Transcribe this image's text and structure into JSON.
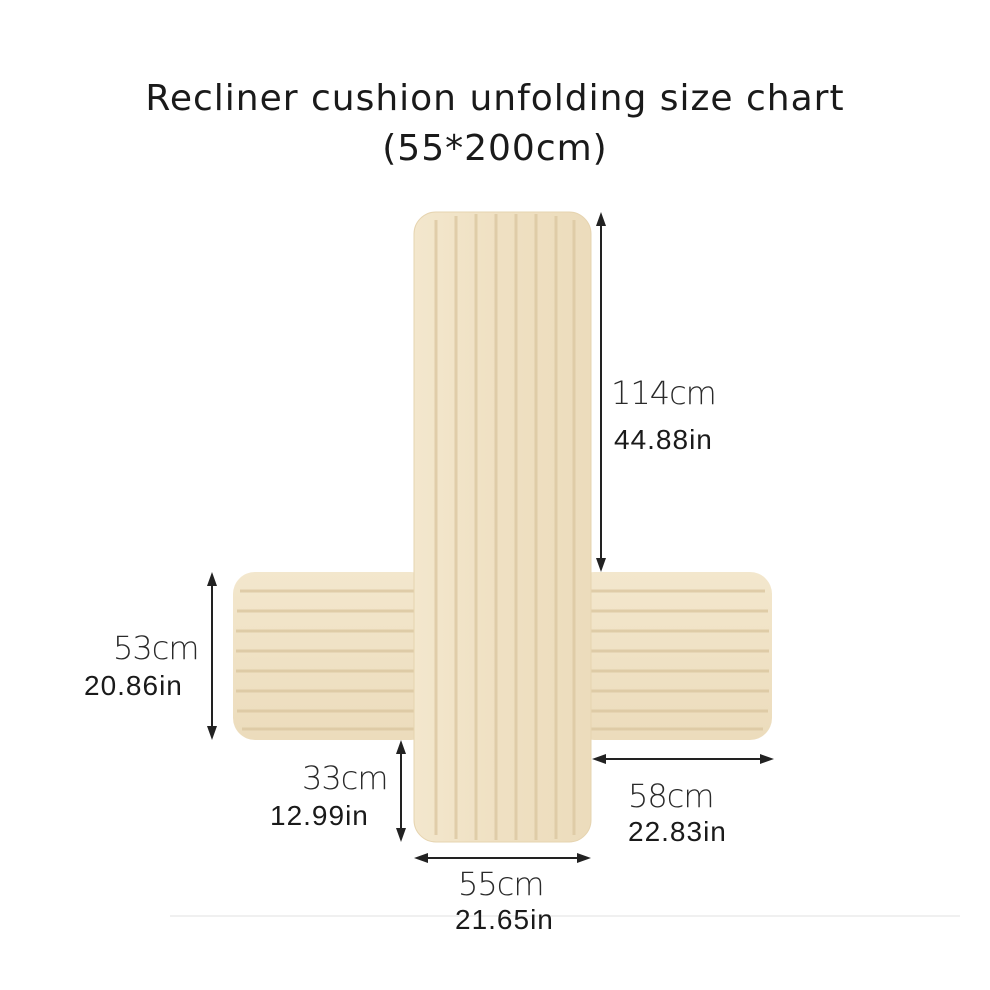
{
  "title": {
    "line1": "Recliner cushion unfolding size chart",
    "line2": "(55*200cm)"
  },
  "dimensions": {
    "back_length": {
      "cm": "114cm",
      "inch": "44.88in"
    },
    "arm_width": {
      "cm": "53cm",
      "inch": "20.86in"
    },
    "seat_remaining": {
      "cm": "33cm",
      "inch": "12.99in"
    },
    "arm_length": {
      "cm": "58cm",
      "inch": "22.83in"
    },
    "main_width": {
      "cm": "55cm",
      "inch": "21.65in"
    }
  },
  "colors": {
    "cushion": "#efe1c4",
    "cushion_stripe": "#d9c59f",
    "arrow": "#222222"
  }
}
